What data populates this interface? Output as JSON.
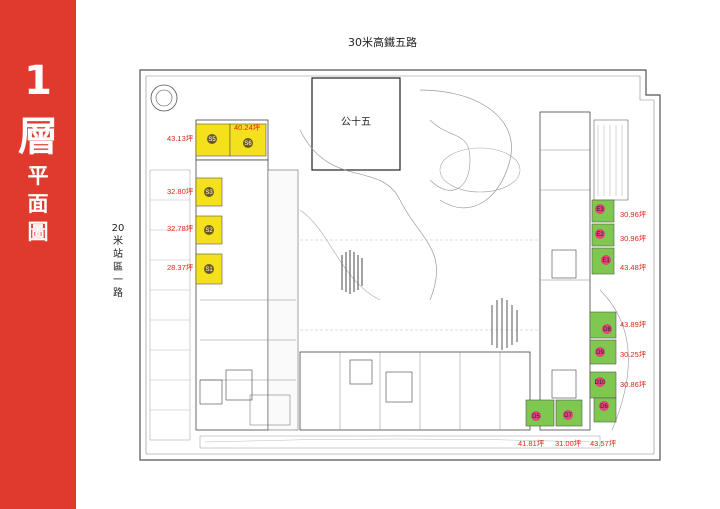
{
  "banner": {
    "floor_number": "1",
    "floor_char": "層",
    "subtitle_chars": [
      "平",
      "面",
      "圖"
    ],
    "color": "#e03a2f"
  },
  "roads": {
    "top": "30米高鐵五路",
    "left_chars": [
      "20",
      "米",
      "站",
      "區",
      "一",
      "路"
    ]
  },
  "plot": {
    "label": "公十五"
  },
  "colors": {
    "yellow_units": "#f4e01c",
    "green_units": "#7ec850",
    "pink_marker": "#e0457b",
    "area_text": "#e2231a"
  },
  "yellow_units": [
    {
      "id": "S5",
      "area": "43.13坪"
    },
    {
      "id": "S6",
      "area": "40.24坪"
    },
    {
      "id": "S3",
      "area": "32.80坪"
    },
    {
      "id": "S2",
      "area": "32.78坪"
    },
    {
      "id": "S1",
      "area": "28.37坪"
    }
  ],
  "green_units": [
    {
      "id": "E3",
      "area": "30.96坪"
    },
    {
      "id": "E2",
      "area": "30.96坪"
    },
    {
      "id": "E1",
      "area": "43.48坪"
    },
    {
      "id": "D8",
      "area": "43.89坪"
    },
    {
      "id": "D9",
      "area": "30.25坪"
    },
    {
      "id": "D10",
      "area": "30.86坪"
    },
    {
      "id": "D5",
      "area": "41.81坪"
    },
    {
      "id": "D7",
      "area": "31.00坪"
    },
    {
      "id": "D6",
      "area": "43.57坪"
    }
  ]
}
